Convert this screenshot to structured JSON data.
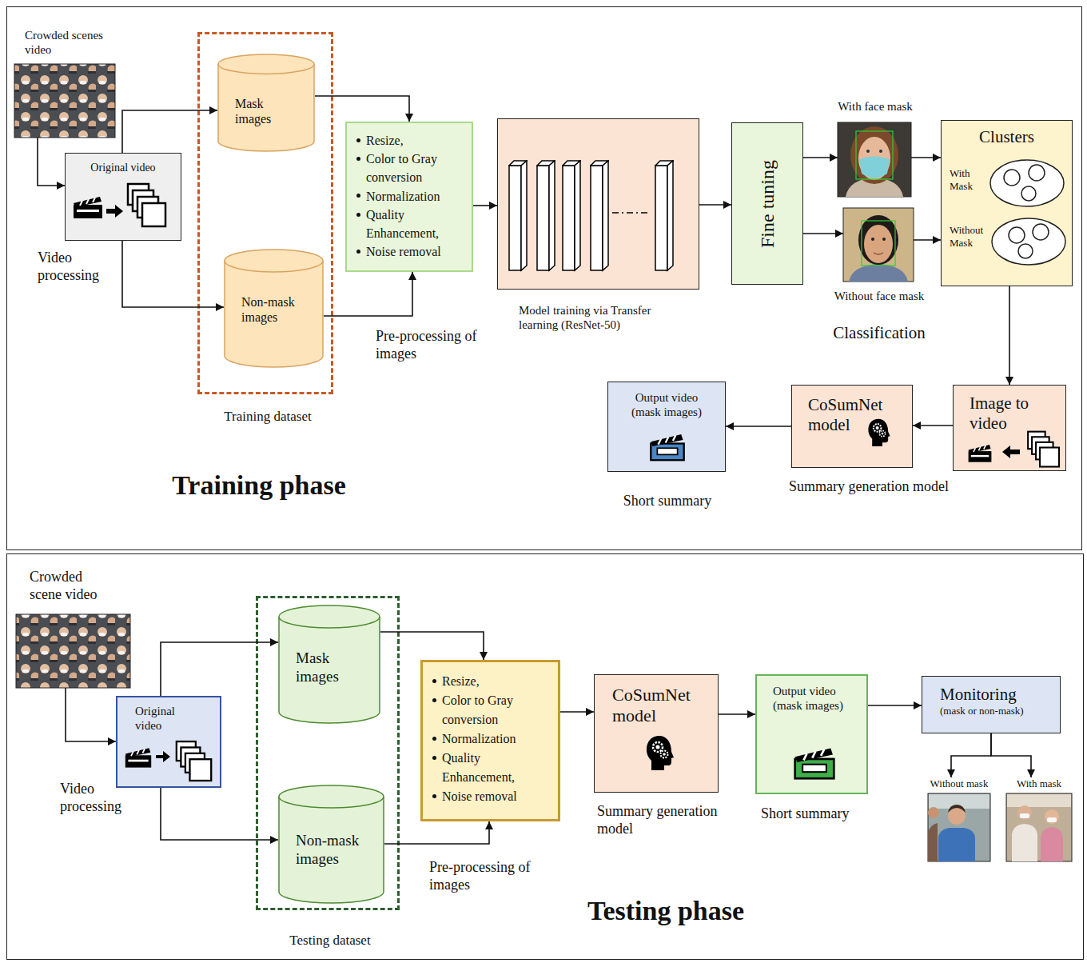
{
  "diagram": {
    "nodes": [
      {
        "text": [
          "Training phase"
        ]
      },
      {
        "text": [
          "Crowded scenes video"
        ],
        "in": 0
      },
      {
        "text": [
          "Original video",
          "Video processing"
        ],
        "in": 0
      },
      {
        "text": [
          "Training dataset"
        ],
        "in": 0
      },
      {
        "text": [
          "Mask images"
        ],
        "in": 3
      },
      {
        "text": [
          "Non-mask images"
        ],
        "in": 3
      },
      {
        "text": [
          "Resize,",
          "Color to Gray conversion",
          "Normalization",
          "Quality Enhancement,",
          "Noise removal",
          "Pre-processing of images"
        ],
        "in": 0
      },
      {
        "text": [
          "Model training via Transfer learning (ResNet-50)"
        ],
        "in": 0
      },
      {
        "text": [
          "Fine tuning"
        ],
        "in": 0
      },
      {
        "text": [
          "With face mask"
        ],
        "in": 0
      },
      {
        "text": [
          "Without face mask"
        ],
        "in": 0
      },
      {
        "text": [
          "Clusters"
        ],
        "in": 0
      },
      {
        "text": [
          "With Mask"
        ],
        "in": 11
      },
      {
        "text": [
          "Without Mask"
        ],
        "in": 11
      },
      {
        "text": [
          "Image to video"
        ],
        "in": 0
      },
      {
        "text": [
          "CoSumNet model",
          "Summary generation model"
        ],
        "in": 0
      },
      {
        "text": [
          "Output video (mask images)",
          "Short summary"
        ],
        "in": 0
      },
      {
        "text": [
          "Testing phase"
        ]
      },
      {
        "text": [
          "Crowded scene video"
        ],
        "in": 17
      },
      {
        "text": [
          "Original video",
          "Video processing"
        ],
        "in": 17
      },
      {
        "text": [
          "Testing dataset"
        ],
        "in": 17
      },
      {
        "text": [
          "Mask images"
        ],
        "in": 20
      },
      {
        "text": [
          "Non-mask images"
        ],
        "in": 20
      },
      {
        "text": [
          "Resize,",
          "Color to Gray conversion",
          "Normalization",
          "Quality Enhancement,",
          "Noise removal",
          "Pre-processing of images"
        ],
        "in": 17
      },
      {
        "text": [
          "CoSumNet model",
          "Summary generation model"
        ],
        "in": 17
      },
      {
        "text": [
          "Output video (mask images)",
          "Short summary"
        ],
        "in": 17
      },
      {
        "text": [
          "Monitoring",
          "(mask or non-mask)"
        ],
        "in": 17
      },
      {
        "text": [
          "Without mask"
        ],
        "in": 17
      },
      {
        "text": [
          "With mask"
        ],
        "in": 17
      }
    ],
    "edges": [
      {
        "from": 1,
        "to": 2,
        "arrow": "to"
      },
      {
        "from": 2,
        "to": 4,
        "arrow": "to"
      },
      {
        "from": 2,
        "to": 5,
        "arrow": "to"
      },
      {
        "from": 4,
        "to": 6,
        "arrow": "to"
      },
      {
        "from": 5,
        "to": 6,
        "arrow": "to"
      },
      {
        "from": 6,
        "to": 7,
        "arrow": "to"
      },
      {
        "from": 7,
        "to": 8,
        "arrow": "to"
      },
      {
        "from": 8,
        "to": 9,
        "arrow": "to"
      },
      {
        "from": 8,
        "to": 10,
        "arrow": "to"
      },
      {
        "from": 9,
        "to": 11,
        "arrow": "to"
      },
      {
        "from": 10,
        "to": 11,
        "arrow": "to"
      },
      {
        "from": 11,
        "to": 14,
        "arrow": "to"
      },
      {
        "from": 14,
        "to": 15,
        "arrow": "to"
      },
      {
        "from": 15,
        "to": 16,
        "arrow": "to"
      },
      {
        "from": 18,
        "to": 19,
        "arrow": "to"
      },
      {
        "from": 19,
        "to": 21,
        "arrow": "to"
      },
      {
        "from": 19,
        "to": 22,
        "arrow": "to"
      },
      {
        "from": 21,
        "to": 23,
        "arrow": "to"
      },
      {
        "from": 22,
        "to": 23,
        "arrow": "to"
      },
      {
        "from": 23,
        "to": 24,
        "arrow": "to"
      },
      {
        "from": 24,
        "to": 25,
        "arrow": "to"
      },
      {
        "from": 25,
        "to": 26,
        "arrow": "to"
      },
      {
        "from": 26,
        "to": 27,
        "arrow": "to"
      },
      {
        "from": 26,
        "to": 28,
        "arrow": "to"
      }
    ],
    "labels": [
      "Classification"
    ]
  }
}
